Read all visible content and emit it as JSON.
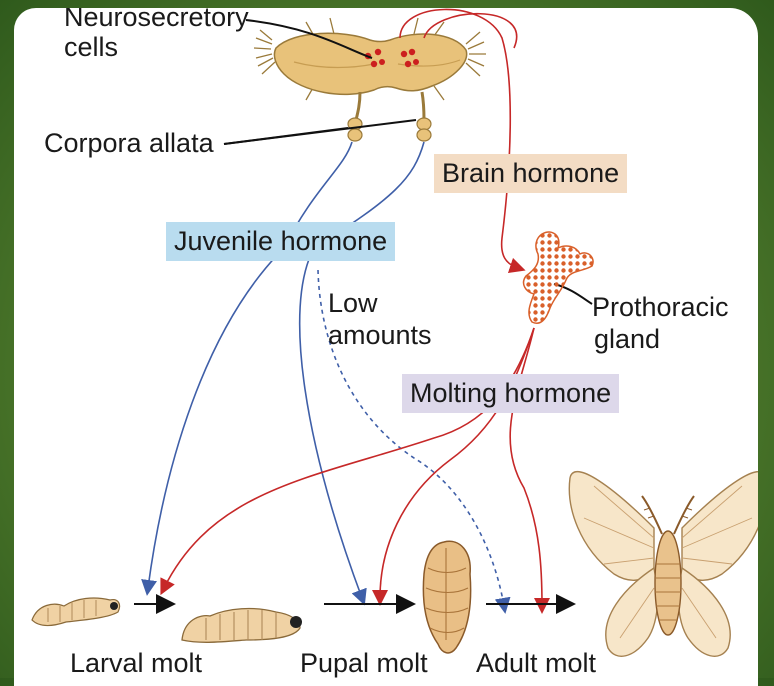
{
  "labels": {
    "neuro_line1": "Neurosecretory",
    "neuro_line2": "cells",
    "corpora": "Corpora allata",
    "brain_hormone": "Brain hormone",
    "juvenile_hormone": "Juvenile hormone",
    "low_line1": "Low",
    "low_line2": "amounts",
    "prothoracic_line1": "Prothoracic",
    "prothoracic_line2": "gland",
    "molting_hormone": "Molting hormone",
    "larval_molt": "Larval molt",
    "pupal_molt": "Pupal molt",
    "adult_molt": "Adult molt"
  },
  "colors": {
    "brain_hormone_arrow": "#c62828",
    "juvenile_hormone_arrow": "#3f5fa8",
    "brain_tissue": "#e8c27a",
    "gland": "#ef8a4a",
    "box_brain": "#f3dcc4",
    "box_juvenile": "#b9dcef",
    "box_molting": "#ddd8ea"
  },
  "icons": [
    "brain-icon",
    "prothoracic-gland-icon",
    "small-larva-icon",
    "large-larva-icon",
    "pupa-icon",
    "moth-icon"
  ]
}
